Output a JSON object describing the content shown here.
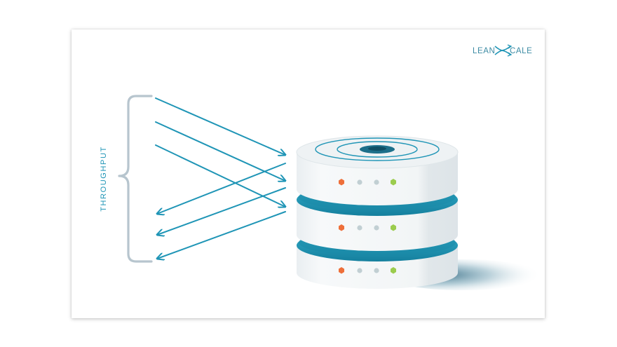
{
  "logo": {
    "left_text": "LEAN",
    "right_text": "CALE",
    "mark": "x-arrows-logo-mark"
  },
  "throughput_label": "THROUGHPUT",
  "colors": {
    "accent_teal": "#1f95b6",
    "brace_gray": "#b7c5ce",
    "led_orange": "#ee6f3a",
    "led_gray": "#c1cfd3",
    "led_green": "#9bcc4e",
    "disk_face": "#eef2f4",
    "disk_side": "#f3f6f7",
    "logo_text": "#3b8aa3"
  },
  "icons": {
    "database": "database-stack-icon",
    "brace": "curly-brace-icon",
    "arrows": "request-response-arrows"
  }
}
